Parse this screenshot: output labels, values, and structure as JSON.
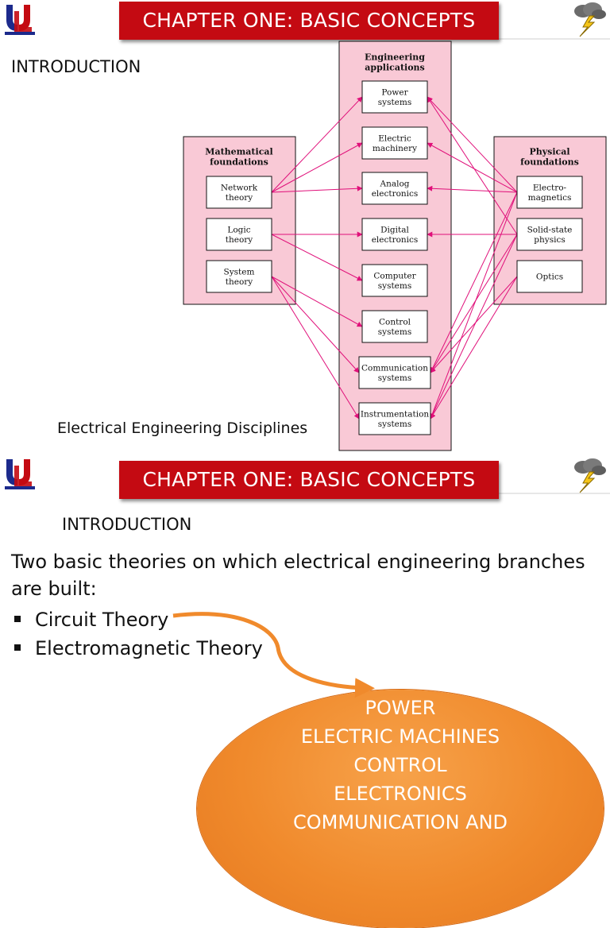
{
  "slide1": {
    "title": "CHAPTER ONE: BASIC CONCEPTS",
    "intro": "INTRODUCTION",
    "caption": "Electrical Engineering Disciplines",
    "diagram": {
      "math_header": [
        "Mathematical",
        "foundations"
      ],
      "eng_header": [
        "Engineering",
        "applications"
      ],
      "phys_header": [
        "Physical",
        "foundations"
      ],
      "math_items": [
        [
          "Network",
          "theory"
        ],
        [
          "Logic",
          "theory"
        ],
        [
          "System",
          "theory"
        ]
      ],
      "eng_items": [
        [
          "Power",
          "systems"
        ],
        [
          "Electric",
          "machinery"
        ],
        [
          "Analog",
          "electronics"
        ],
        [
          "Digital",
          "electronics"
        ],
        [
          "Computer",
          "systems"
        ],
        [
          "Control",
          "systems"
        ],
        [
          "Communication",
          "systems"
        ],
        [
          "Instrumentation",
          "systems"
        ]
      ],
      "phys_items": [
        [
          "Electro-",
          "magnetics"
        ],
        [
          "Solid-state",
          "physics"
        ],
        [
          "Optics"
        ]
      ],
      "colors": {
        "panel": "#f9c9d6",
        "arrow": "#e0107a"
      }
    }
  },
  "slide2": {
    "title": "CHAPTER ONE: BASIC CONCEPTS",
    "intro": "INTRODUCTION",
    "body": "Two basic theories on which electrical engineering branches are built:",
    "bullets": [
      "Circuit Theory",
      "Electromagnetic Theory"
    ],
    "ellipse_lines": [
      "POWER",
      "ELECTRIC MACHINES",
      "CONTROL",
      "ELECTRONICS",
      "COMMUNICATION AND"
    ],
    "colors": {
      "ellipse": "#f08a2c",
      "arrow": "#f08a2c",
      "title_bar": "#c40a12"
    }
  },
  "logo_icon": "ul-logo",
  "storm_icon": "storm-cloud-lightning-icon"
}
